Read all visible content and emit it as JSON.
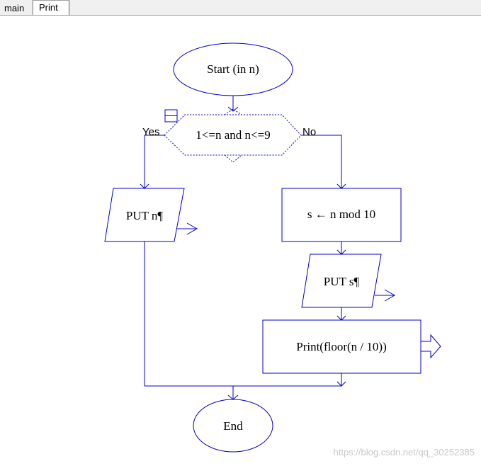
{
  "tabs": [
    {
      "label": "main",
      "active": false
    },
    {
      "label": "Print",
      "active": true
    }
  ],
  "flowchart": {
    "start_label": "Start (in n)",
    "decision_label": "1<=n and n<=9",
    "yes_label": "Yes",
    "no_label": "No",
    "put_n_label": "PUT n¶",
    "assign_label": "s ← n mod 10",
    "put_s_label": "PUT s¶",
    "call_label": "Print(floor(n / 10))",
    "end_label": "End"
  },
  "watermark": "https://blog.csdn.net/qq_30252385",
  "colors": {
    "stroke": "#0000cc",
    "text": "#000000"
  }
}
